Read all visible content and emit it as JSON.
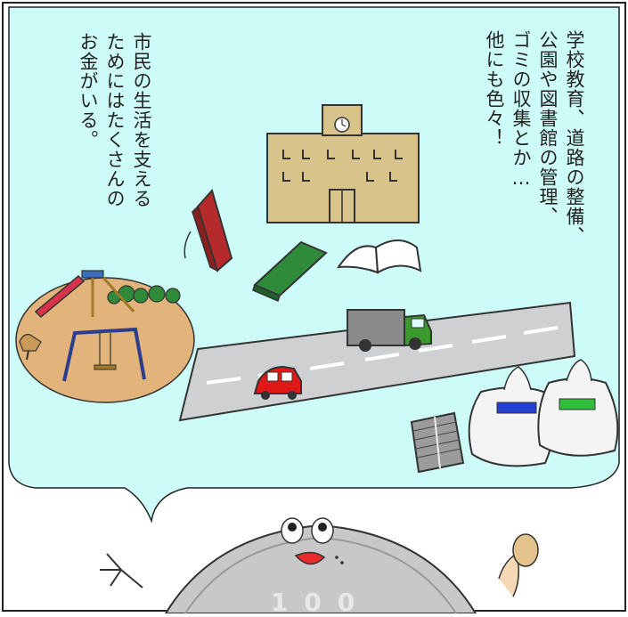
{
  "captions": {
    "right": "学校教育、道路の整備、\n公園や図書館の管理、\nゴミの収集とか…\n他にも色々！",
    "left": "市民の生活を支える\nためにはたくさんの\nお金がいる。"
  },
  "coin": {
    "label": "100"
  },
  "colors": {
    "bubble": "#cdfbf8",
    "building": "#d8c48a",
    "book_red": "#b52a2a",
    "book_green": "#2f8a3a",
    "truck_cab": "#3a9a2e",
    "car": "#e01818",
    "road": "#cfd0d2",
    "park_ground": "#e2b37a",
    "coin": "#c8c8c8"
  }
}
